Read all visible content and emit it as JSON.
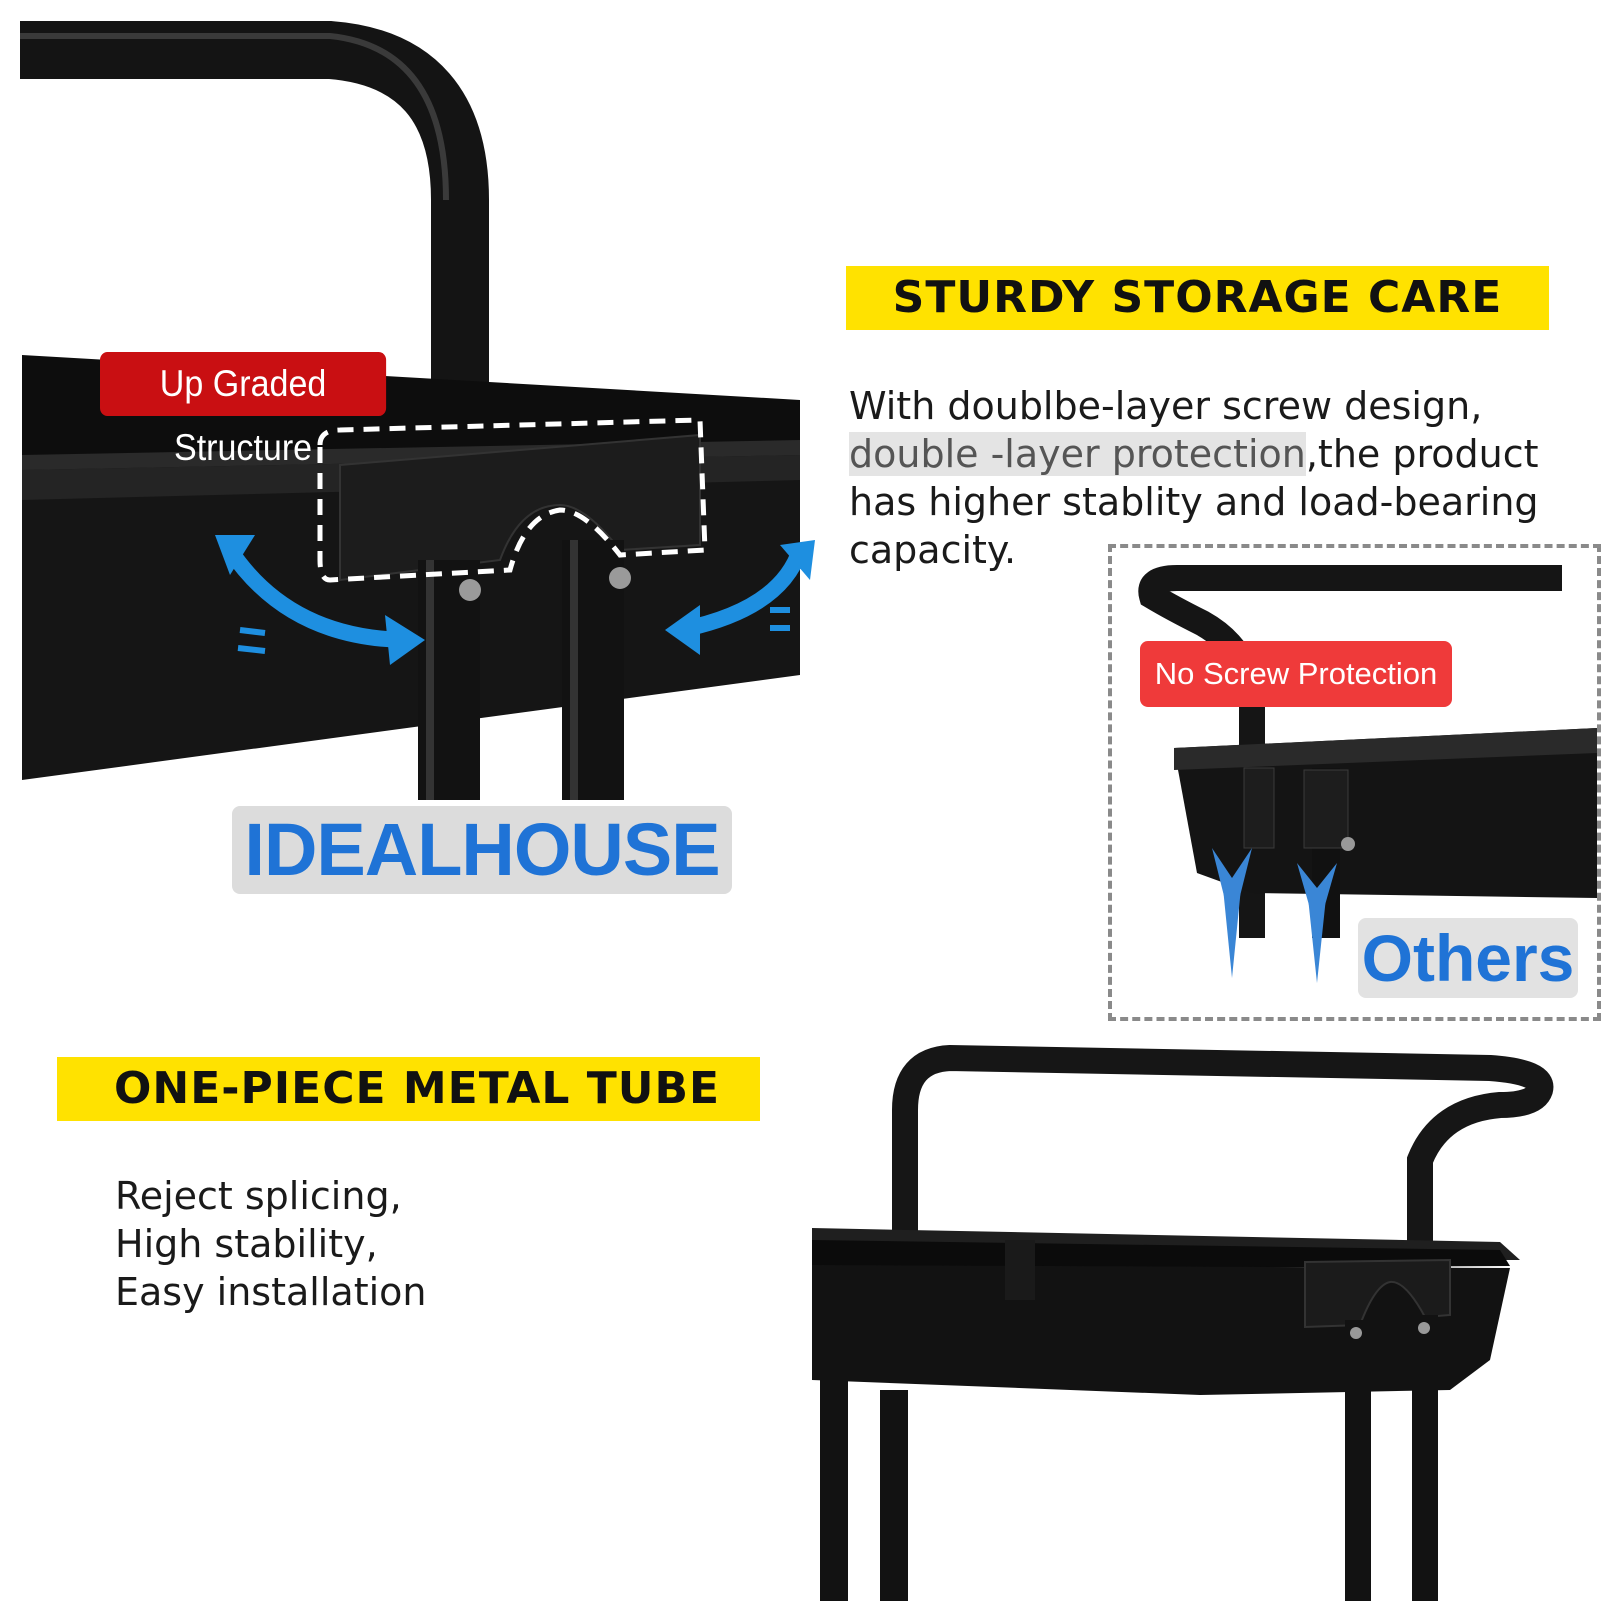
{
  "sections": {
    "sturdy": {
      "heading": "STURDY STORAGE CARE",
      "body_part1": "With doublbe-layer screw design, ",
      "body_highlight": "double -layer protection",
      "body_part2": ",the product has higher stablity and load-bearing capacity."
    },
    "tube": {
      "heading": "ONE-PIECE METAL TUBE",
      "lines": [
        "Reject splicing,",
        "High stability,",
        "Easy installation"
      ]
    }
  },
  "labels": {
    "upgraded": "Up Graded Structure",
    "brand": "IDEALHOUSE",
    "no_screw": "No Screw Protection",
    "others": "Others"
  },
  "colors": {
    "heading_bg": "#ffe200",
    "badge_red": "#e01f1f",
    "brand_blue": "#1f73d6",
    "arrow_blue": "#1e8fe0",
    "product_black": "#111111"
  }
}
